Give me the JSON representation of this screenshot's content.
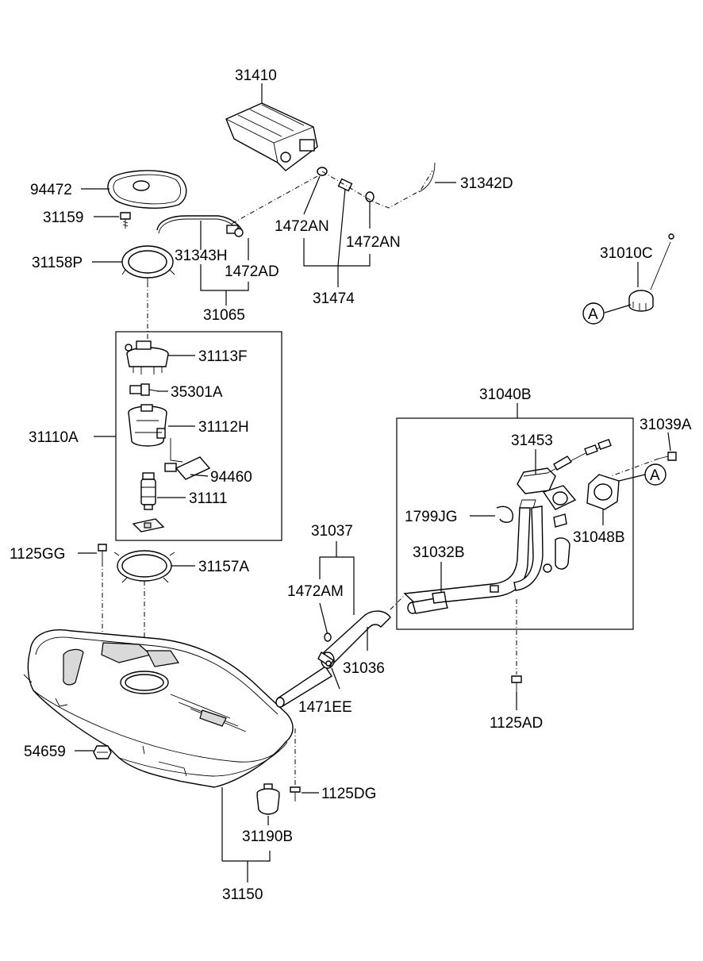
{
  "diagram": {
    "part_labels": {
      "p31410": "31410",
      "p94472": "94472",
      "p31159": "31159",
      "p31158P": "31158P",
      "p31343H": "31343H",
      "p1472AD": "1472AD",
      "p31065": "31065",
      "p1472AN_a": "1472AN",
      "p1472AN_b": "1472AN",
      "p31474": "31474",
      "p31342D": "31342D",
      "p31010C": "31010C",
      "p31113F": "31113F",
      "p35301A": "35301A",
      "p31110A": "31110A",
      "p31112H": "31112H",
      "p94460": "94460",
      "p31111": "31111",
      "p1125GG": "1125GG",
      "p31157A": "31157A",
      "p31040B": "31040B",
      "p31039A": "31039A",
      "p31453": "31453",
      "p1799JG": "1799JG",
      "p31048B": "31048B",
      "p31032B": "31032B",
      "p31037": "31037",
      "p1472AM": "1472AM",
      "p31036": "31036",
      "p1471EE": "1471EE",
      "p1125AD": "1125AD",
      "p54659": "54659",
      "p1125DG": "1125DG",
      "p31190B": "31190B",
      "p31150": "31150"
    },
    "reference_markers": {
      "marker_left": "A",
      "marker_right": "A"
    }
  }
}
